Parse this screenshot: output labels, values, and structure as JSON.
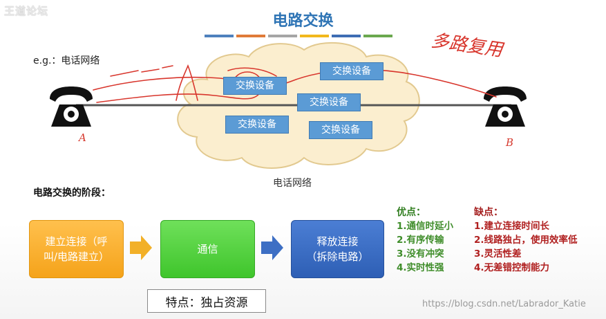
{
  "watermark_top": "王道论坛",
  "title": "电路交换",
  "color_bars": [
    "#4f81bd",
    "#e07b39",
    "#a5a5a5",
    "#f2b81c",
    "#3e6db4",
    "#6aa84f"
  ],
  "example_label": "e.g.：电话网络",
  "cloud_label": "电话网络",
  "switches": [
    "交换设备",
    "交换设备",
    "交换设备",
    "交换设备",
    "交换设备"
  ],
  "phones": [
    {
      "label": "A",
      "icon": "telephone-icon"
    },
    {
      "label": "B",
      "icon": "telephone-icon"
    }
  ],
  "handwriting_note": "多路复用",
  "phase_title": "电路交换的阶段：",
  "phases": [
    {
      "label_line1": "建立连接（呼",
      "label_line2": "叫/电路建立）",
      "color": "#f5a31a"
    },
    {
      "label_line1": "通信",
      "label_line2": "",
      "color": "#3fc52c"
    },
    {
      "label_line1": "释放连接",
      "label_line2": "（拆除电路）",
      "color": "#2e5fb5"
    }
  ],
  "feature_label": "特点：独占资源",
  "pros": {
    "heading": "优点：",
    "items": [
      "1.通信时延小",
      "2.有序传输",
      "3.没有冲突",
      "4.实时性强"
    ]
  },
  "cons": {
    "heading": "缺点：",
    "items": [
      "1.建立连接时间长",
      "2.线路独占，使用效率低",
      "3.灵活性差",
      "4.无差错控制能力"
    ]
  },
  "watermark_bottom": "https://blog.csdn.net/Labrador_Katie"
}
